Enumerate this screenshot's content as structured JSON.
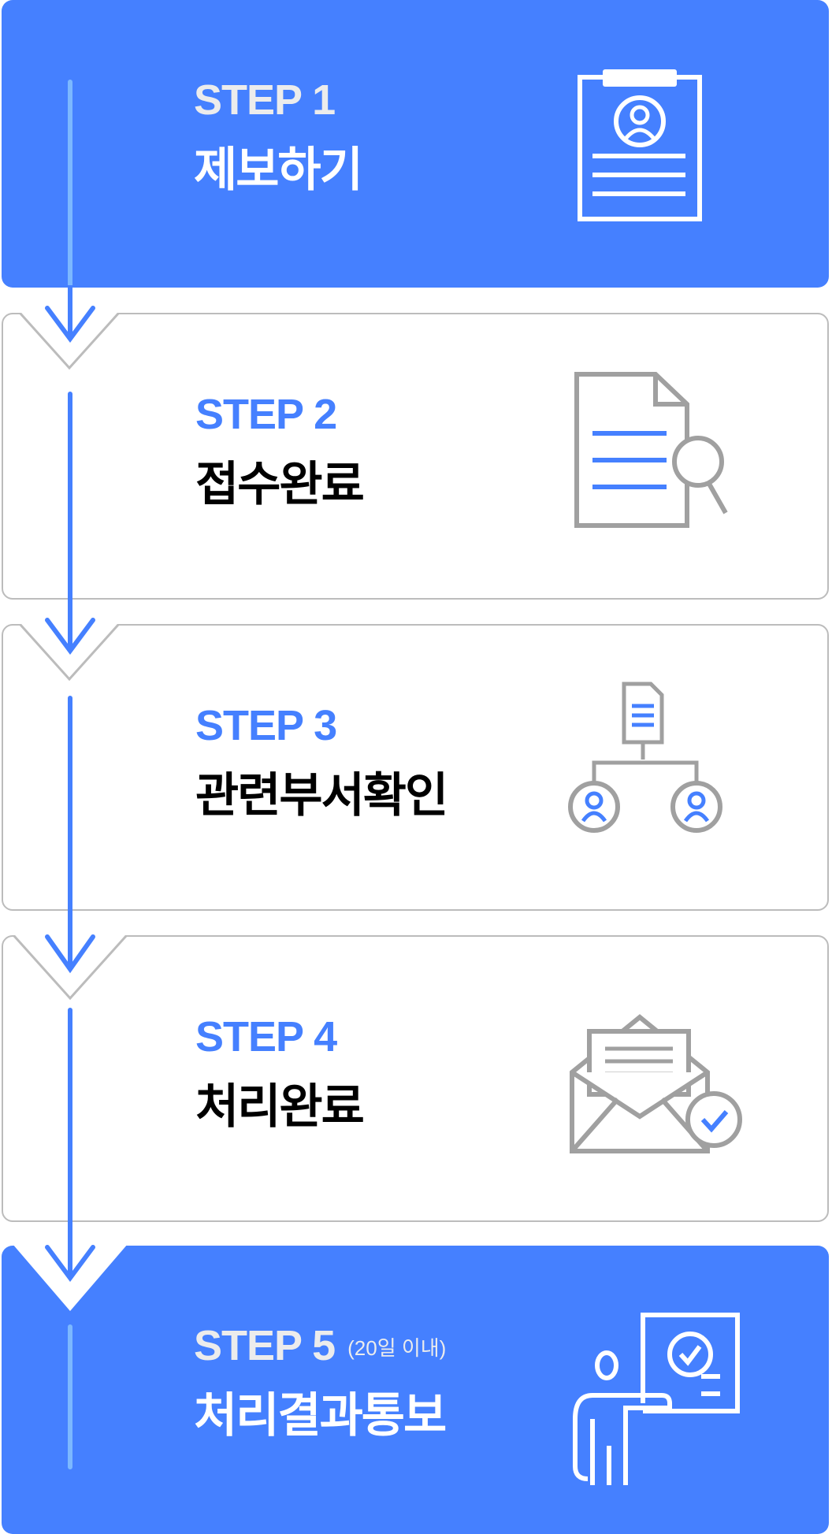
{
  "steps": [
    {
      "label": "STEP 1",
      "title": "제보하기",
      "icon": "clipboard-person-icon"
    },
    {
      "label": "STEP 2",
      "title": "접수완료",
      "icon": "document-search-icon"
    },
    {
      "label": "STEP 3",
      "title": "관련부서확인",
      "icon": "org-chart-icon"
    },
    {
      "label": "STEP 4",
      "title": "처리완료",
      "icon": "envelope-check-icon"
    },
    {
      "label": "STEP 5",
      "sublabel": "(20일 이내)",
      "title": "처리결과통보",
      "icon": "presenter-check-icon"
    }
  ],
  "colors": {
    "accent": "#4580ff",
    "gray": "#a0a0a0",
    "border": "#bcbcbc",
    "light_line": "#7cb8ff"
  }
}
